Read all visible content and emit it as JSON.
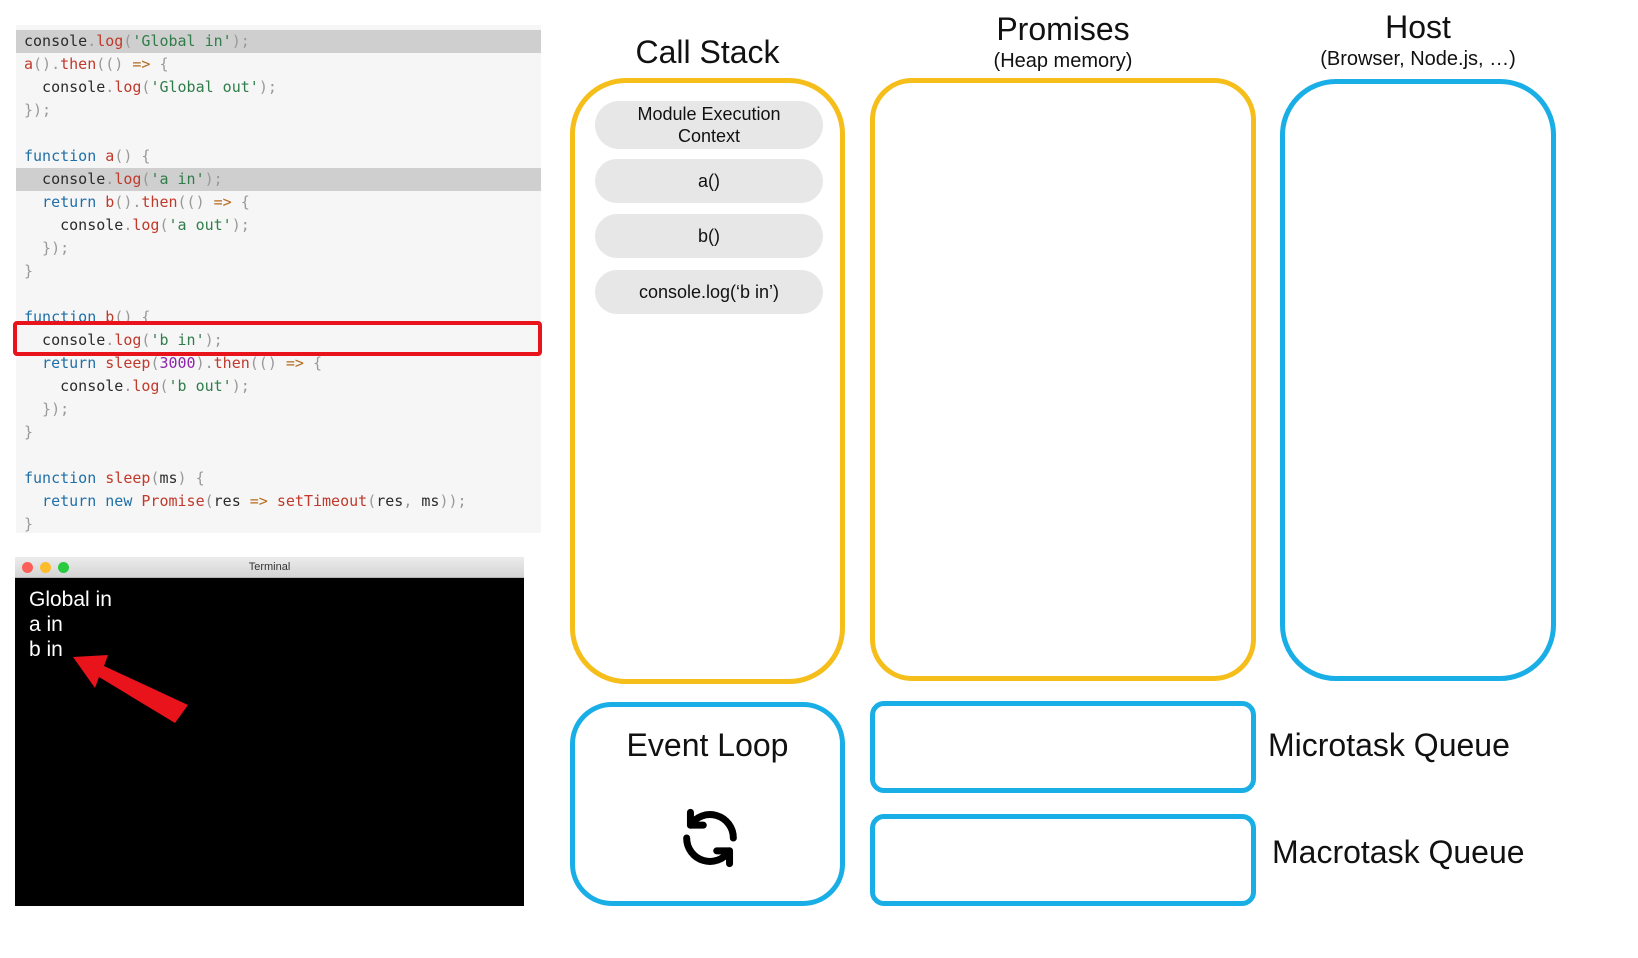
{
  "code": {
    "lines": [
      {
        "highlight": true,
        "tokens": [
          [
            "plain",
            "console"
          ],
          [
            "punc",
            "."
          ],
          [
            "fn",
            "log"
          ],
          [
            "punc",
            "("
          ],
          [
            "str",
            "'Global in'"
          ],
          [
            "punc",
            ");"
          ]
        ]
      },
      {
        "highlight": false,
        "tokens": [
          [
            "fn",
            "a"
          ],
          [
            "punc",
            "()."
          ],
          [
            "fn",
            "then"
          ],
          [
            "punc",
            "(() "
          ],
          [
            "op",
            "=>"
          ],
          [
            "punc",
            " {"
          ]
        ]
      },
      {
        "highlight": false,
        "tokens": [
          [
            "plain",
            "  console"
          ],
          [
            "punc",
            "."
          ],
          [
            "fn",
            "log"
          ],
          [
            "punc",
            "("
          ],
          [
            "str",
            "'Global out'"
          ],
          [
            "punc",
            ");"
          ]
        ]
      },
      {
        "highlight": false,
        "tokens": [
          [
            "punc",
            "});"
          ]
        ]
      },
      {
        "highlight": false,
        "tokens": []
      },
      {
        "highlight": false,
        "tokens": [
          [
            "kw",
            "function"
          ],
          [
            "plain",
            " "
          ],
          [
            "fn",
            "a"
          ],
          [
            "punc",
            "() {"
          ]
        ]
      },
      {
        "highlight": true,
        "tokens": [
          [
            "plain",
            "  console"
          ],
          [
            "punc",
            "."
          ],
          [
            "fn",
            "log"
          ],
          [
            "punc",
            "("
          ],
          [
            "str",
            "'a in'"
          ],
          [
            "punc",
            ");"
          ]
        ]
      },
      {
        "highlight": false,
        "tokens": [
          [
            "kw",
            "  return"
          ],
          [
            "plain",
            " "
          ],
          [
            "fn",
            "b"
          ],
          [
            "punc",
            "()."
          ],
          [
            "fn",
            "then"
          ],
          [
            "punc",
            "(() "
          ],
          [
            "op",
            "=>"
          ],
          [
            "punc",
            " {"
          ]
        ]
      },
      {
        "highlight": false,
        "tokens": [
          [
            "plain",
            "    console"
          ],
          [
            "punc",
            "."
          ],
          [
            "fn",
            "log"
          ],
          [
            "punc",
            "("
          ],
          [
            "str",
            "'a out'"
          ],
          [
            "punc",
            ");"
          ]
        ]
      },
      {
        "highlight": false,
        "tokens": [
          [
            "punc",
            "  });"
          ]
        ]
      },
      {
        "highlight": false,
        "tokens": [
          [
            "punc",
            "}"
          ]
        ]
      },
      {
        "highlight": false,
        "tokens": []
      },
      {
        "highlight": false,
        "tokens": [
          [
            "kw",
            "function"
          ],
          [
            "plain",
            " "
          ],
          [
            "fn",
            "b"
          ],
          [
            "punc",
            "() {"
          ]
        ]
      },
      {
        "highlight": false,
        "tokens": [
          [
            "plain",
            "  console"
          ],
          [
            "punc",
            "."
          ],
          [
            "fn",
            "log"
          ],
          [
            "punc",
            "("
          ],
          [
            "str",
            "'b in'"
          ],
          [
            "punc",
            ");"
          ]
        ]
      },
      {
        "highlight": false,
        "tokens": [
          [
            "kw",
            "  return"
          ],
          [
            "plain",
            " "
          ],
          [
            "fn",
            "sleep"
          ],
          [
            "punc",
            "("
          ],
          [
            "num",
            "3000"
          ],
          [
            "punc",
            ")."
          ],
          [
            "fn",
            "then"
          ],
          [
            "punc",
            "(() "
          ],
          [
            "op",
            "=>"
          ],
          [
            "punc",
            " {"
          ]
        ]
      },
      {
        "highlight": false,
        "tokens": [
          [
            "plain",
            "    console"
          ],
          [
            "punc",
            "."
          ],
          [
            "fn",
            "log"
          ],
          [
            "punc",
            "("
          ],
          [
            "str",
            "'b out'"
          ],
          [
            "punc",
            ");"
          ]
        ]
      },
      {
        "highlight": false,
        "tokens": [
          [
            "punc",
            "  });"
          ]
        ]
      },
      {
        "highlight": false,
        "tokens": [
          [
            "punc",
            "}"
          ]
        ]
      },
      {
        "highlight": false,
        "tokens": []
      },
      {
        "highlight": false,
        "tokens": [
          [
            "kw",
            "function"
          ],
          [
            "plain",
            " "
          ],
          [
            "fn",
            "sleep"
          ],
          [
            "punc",
            "("
          ],
          [
            "plain",
            "ms"
          ],
          [
            "punc",
            ") {"
          ]
        ]
      },
      {
        "highlight": false,
        "tokens": [
          [
            "kw",
            "  return new"
          ],
          [
            "plain",
            " "
          ],
          [
            "fn",
            "Promise"
          ],
          [
            "punc",
            "("
          ],
          [
            "plain",
            "res "
          ],
          [
            "op",
            "=>"
          ],
          [
            "plain",
            " "
          ],
          [
            "fn",
            "setTimeout"
          ],
          [
            "punc",
            "("
          ],
          [
            "plain",
            "res"
          ],
          [
            "punc",
            ", "
          ],
          [
            "plain",
            "ms"
          ],
          [
            "punc",
            "));"
          ]
        ]
      },
      {
        "highlight": false,
        "tokens": [
          [
            "punc",
            "}"
          ]
        ]
      }
    ]
  },
  "terminal": {
    "title": "Terminal",
    "output": [
      "Global in",
      "a in",
      "b in"
    ]
  },
  "diagram": {
    "call_stack": {
      "title": "Call Stack",
      "frames": [
        "Module Execution Context",
        "a()",
        "b()",
        "console.log(‘b in’)"
      ]
    },
    "promises": {
      "title": "Promises",
      "subtitle": "(Heap memory)"
    },
    "host": {
      "title": "Host",
      "subtitle": "(Browser, Node.js, …)"
    },
    "event_loop": {
      "title": "Event Loop",
      "icon": "refresh-icon"
    },
    "microtask_queue": {
      "label": "Microtask Queue"
    },
    "macrotask_queue": {
      "label": "Macrotask Queue"
    }
  },
  "colors": {
    "yellow": "#f5be1b",
    "blue": "#1aaee6",
    "highlight_red": "#e8131b"
  }
}
